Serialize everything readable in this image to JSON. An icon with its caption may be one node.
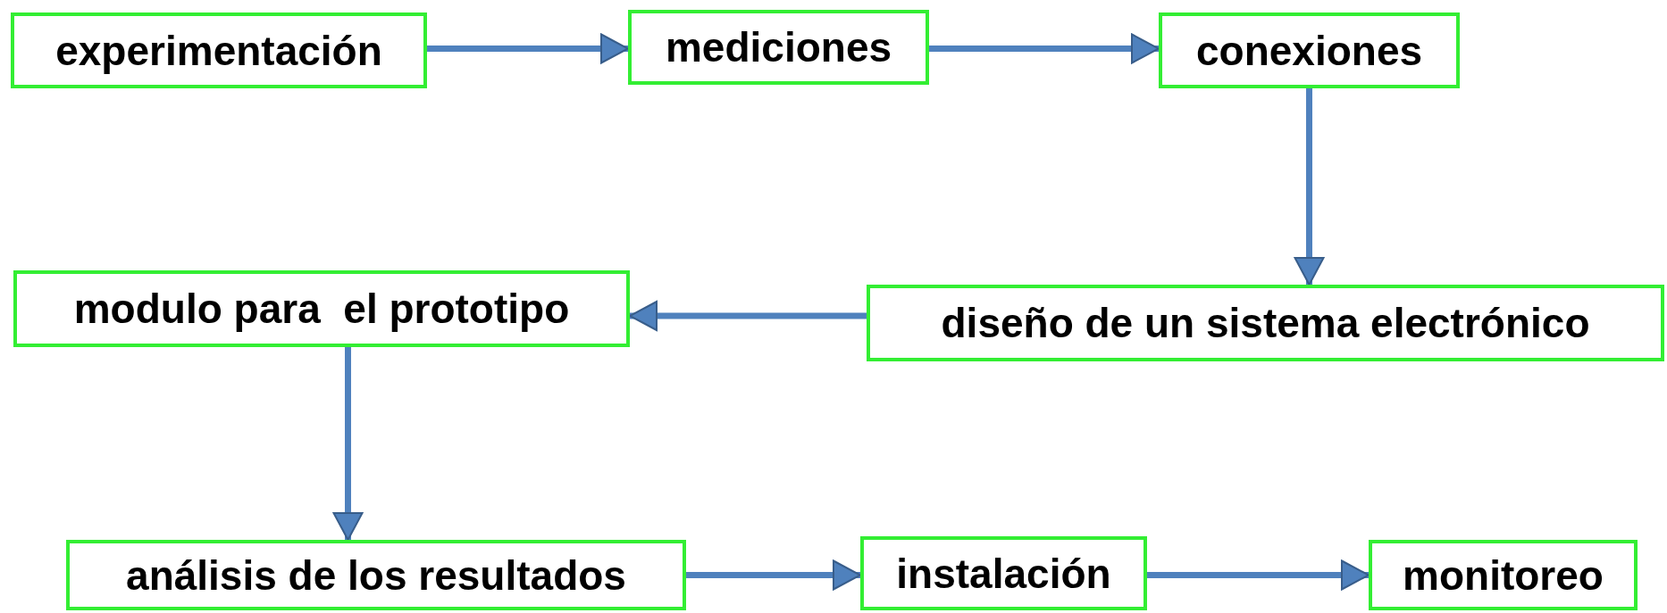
{
  "diagram": {
    "nodes": [
      {
        "text": [
          "experimentación"
        ]
      },
      {
        "text": [
          "mediciones"
        ]
      },
      {
        "text": [
          "conexiones"
        ]
      },
      {
        "text": [
          "diseño de un sistema electrónico"
        ]
      },
      {
        "text": [
          "modulo para  el prototipo"
        ]
      },
      {
        "text": [
          "análisis de los resultados"
        ]
      },
      {
        "text": [
          "instalación"
        ]
      },
      {
        "text": [
          "monitoreo"
        ]
      }
    ],
    "edges": [
      {
        "from": 0,
        "to": 1,
        "arrow": "to"
      },
      {
        "from": 1,
        "to": 2,
        "arrow": "to"
      },
      {
        "from": 2,
        "to": 3,
        "arrow": "to"
      },
      {
        "from": 3,
        "to": 4,
        "arrow": "to"
      },
      {
        "from": 4,
        "to": 5,
        "arrow": "to"
      },
      {
        "from": 5,
        "to": 6,
        "arrow": "to"
      },
      {
        "from": 6,
        "to": 7,
        "arrow": "to"
      }
    ]
  }
}
